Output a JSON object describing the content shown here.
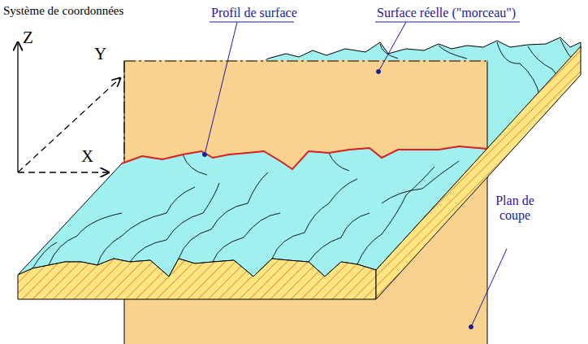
{
  "diagram": {
    "labels": [
      "Système de coordonnées",
      "Z",
      "Y",
      "X",
      "Profil de surface",
      "Surface réelle (\"morceau\")",
      "Plan de coupe"
    ]
  }
}
